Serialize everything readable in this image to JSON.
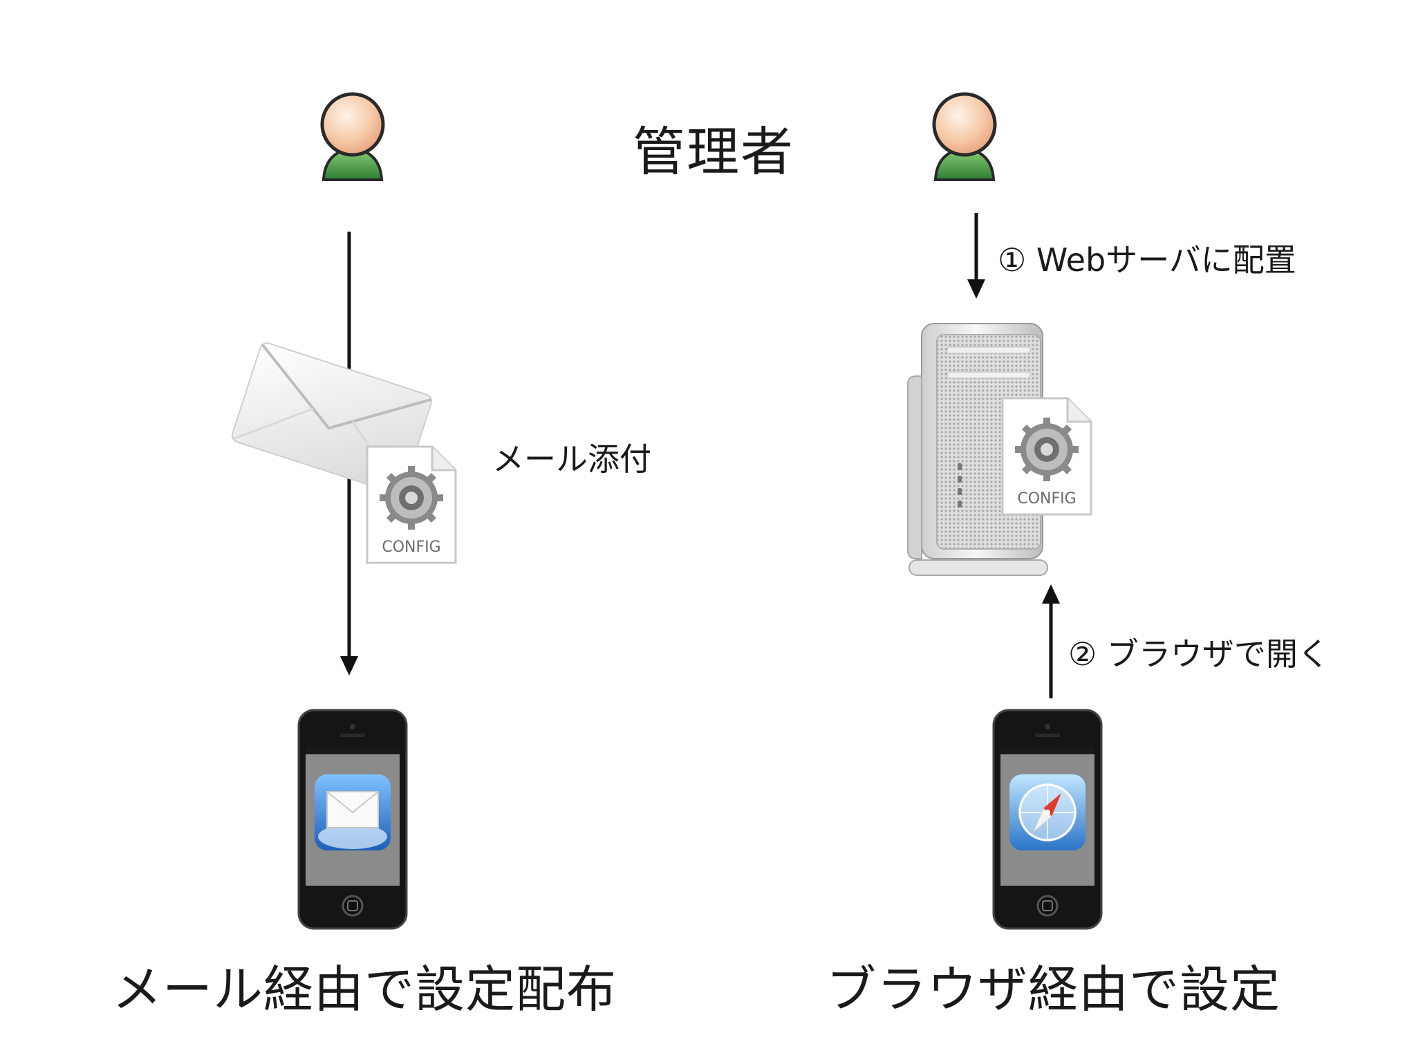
{
  "diagram": {
    "center_label": "管理者",
    "mail_flow": {
      "attachment_label": "メール添付",
      "config_label": "CONFIG",
      "caption": "メール経由で設定配布"
    },
    "browser_flow": {
      "step1_label": "① Webサーバに配置",
      "step2_label": "② ブラウザで開く",
      "config_label": "CONFIG",
      "caption": "ブラウザ経由で設定"
    }
  },
  "icons": {
    "admin_left": "user-icon",
    "admin_right": "user-icon",
    "envelope": "envelope-icon",
    "config_file_left": "config-file-icon",
    "config_file_right": "config-file-icon",
    "server": "server-icon",
    "phone_left": "phone-mail-app-icon",
    "phone_right": "phone-safari-icon"
  },
  "colors": {
    "head": "#f6c9a6",
    "body": "#4d9f4a",
    "arrow": "#111111",
    "phone": "#151515",
    "screen": "#8b8b8b"
  }
}
